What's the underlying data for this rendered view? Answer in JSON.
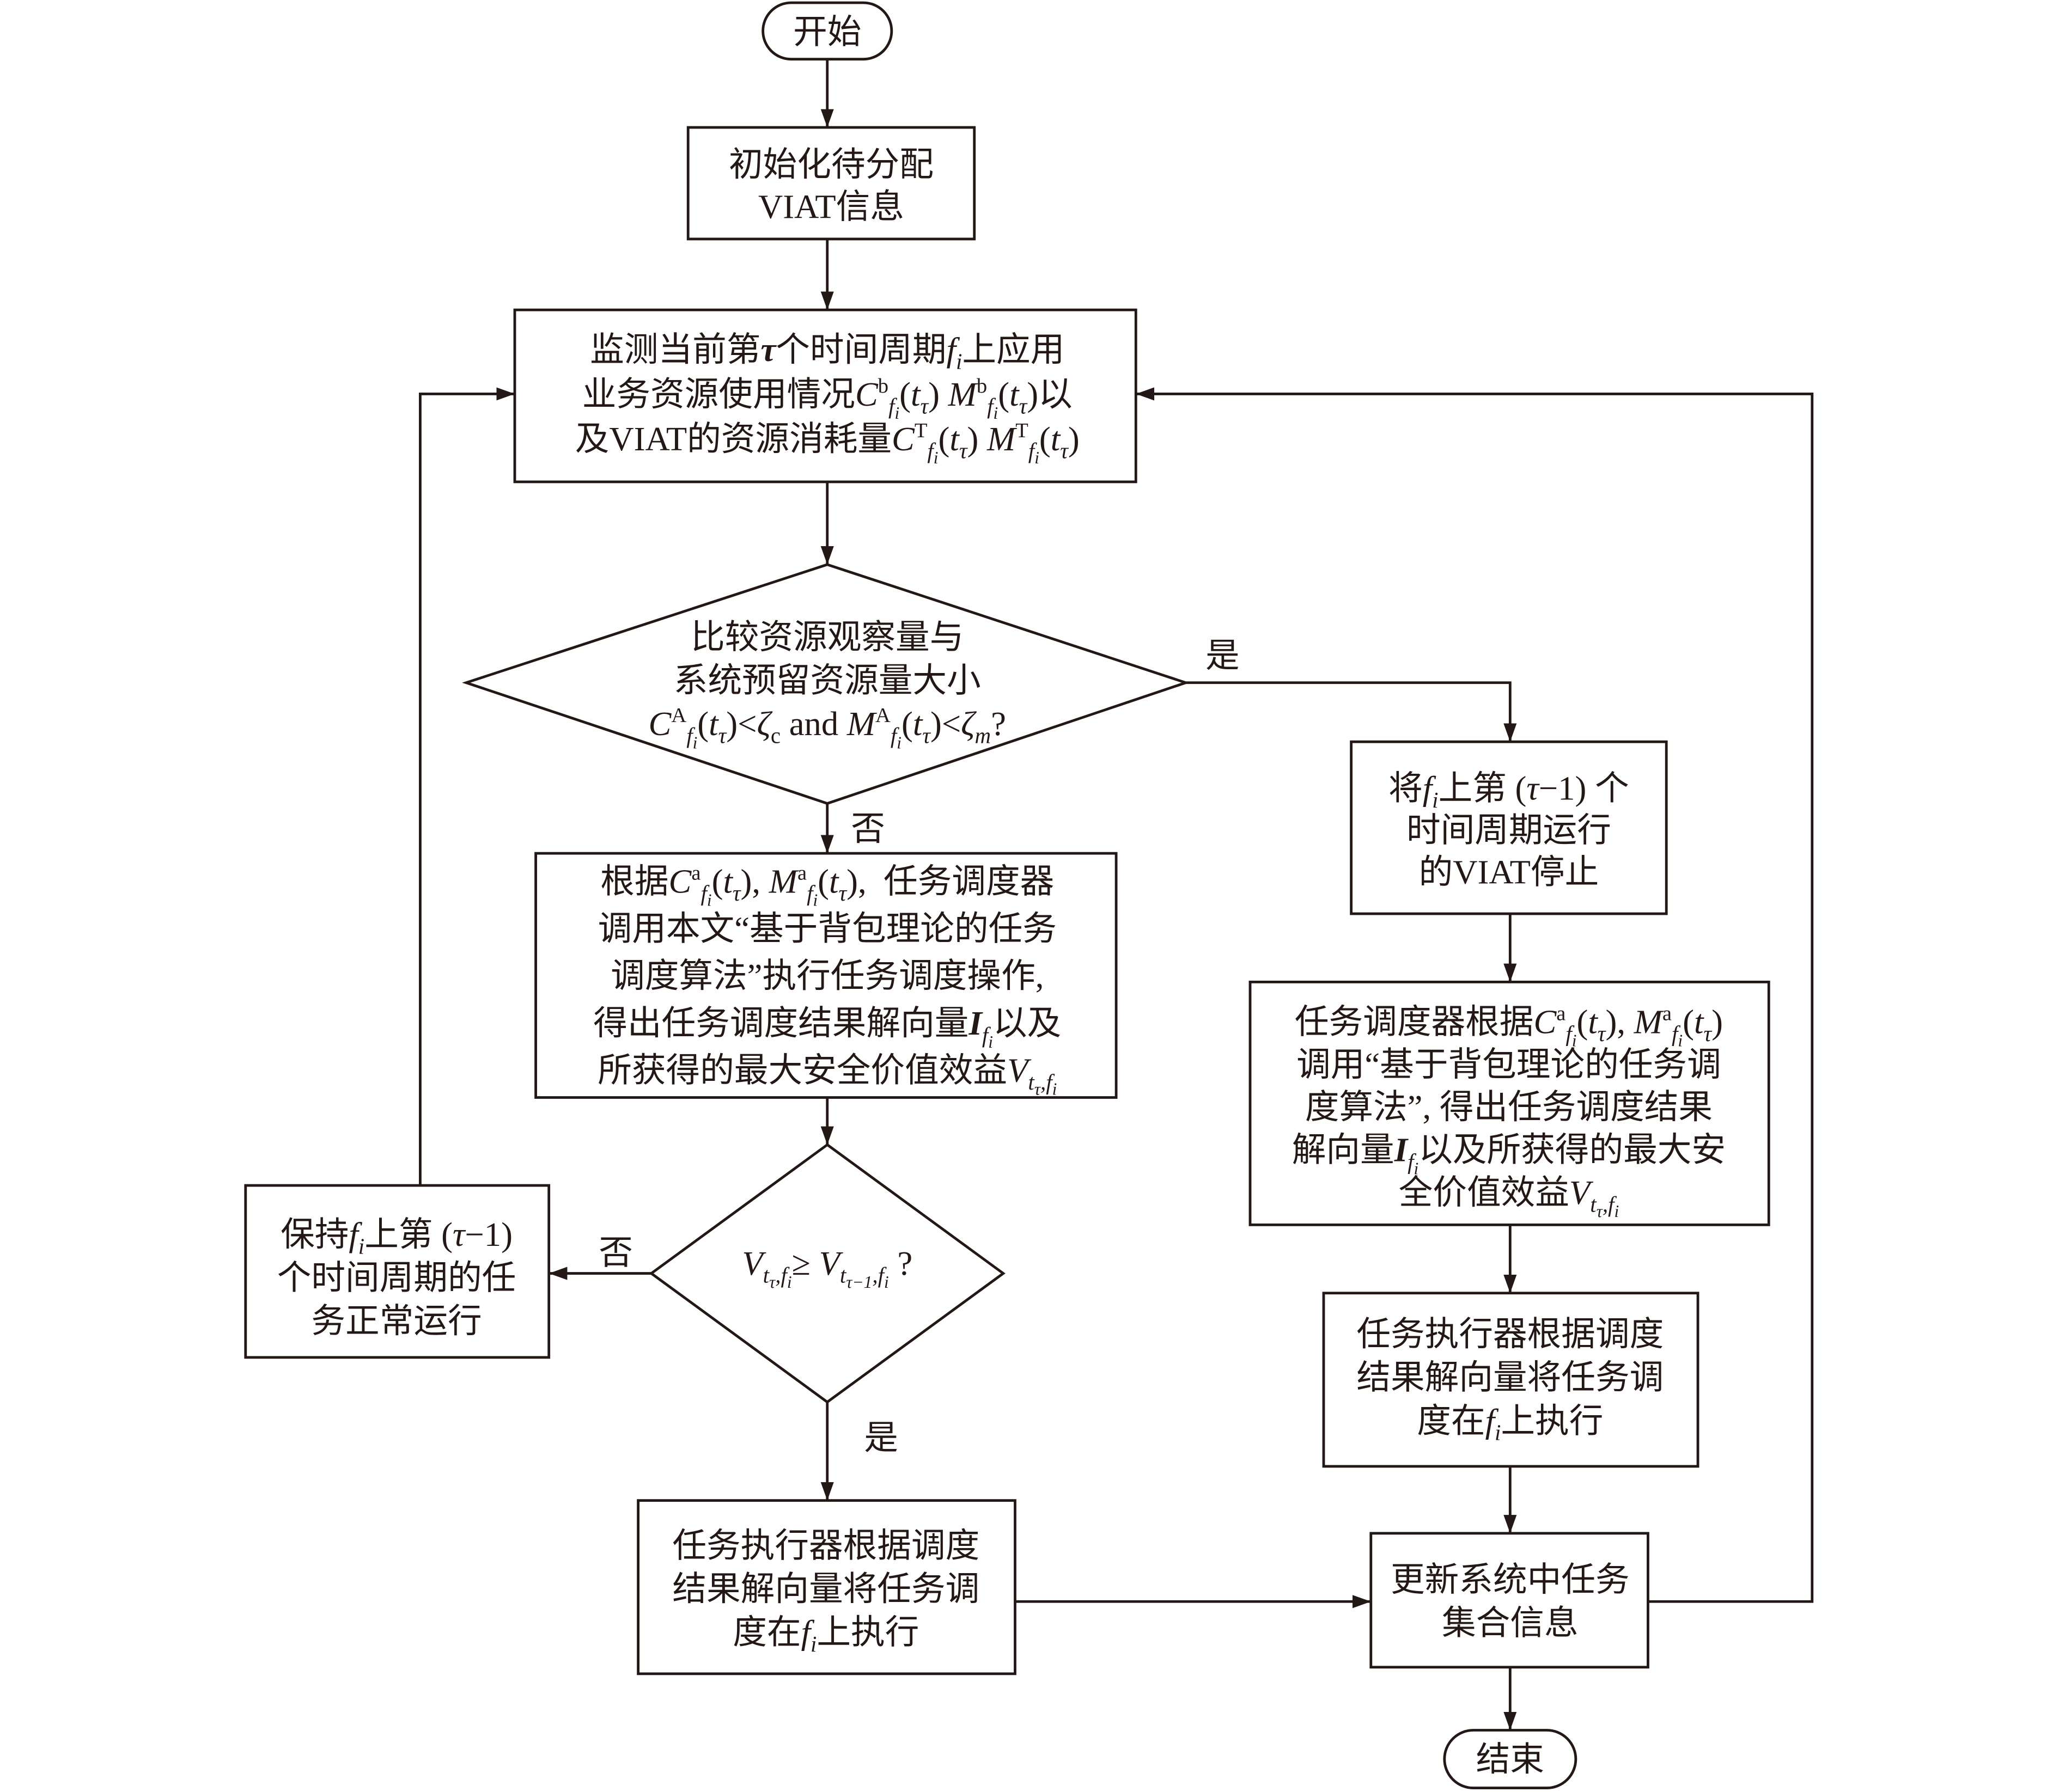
{
  "colors": {
    "line": "#231815",
    "background": "#ffffff"
  },
  "labels": {
    "yes_1": "是",
    "no_1": "否",
    "no_2": "否",
    "yes_2": "是"
  },
  "nodes": {
    "start": {
      "lines": [
        [
          [
            "开始",
            "n"
          ]
        ]
      ]
    },
    "init": {
      "lines": [
        [
          [
            "初始化待分配",
            "n"
          ]
        ],
        [
          [
            "VIAT信息",
            "n"
          ]
        ]
      ]
    },
    "monitor": {
      "lines": [
        [
          [
            "监测当前第",
            "n"
          ],
          [
            "τ",
            "b"
          ],
          [
            "个时间周期",
            "n"
          ],
          [
            "f",
            "i"
          ],
          [
            "i",
            "sub"
          ],
          [
            "上应用",
            "n"
          ]
        ],
        [
          [
            "业务资源使用情况",
            "n"
          ],
          [
            "C",
            "i"
          ],
          [
            "b",
            "sup"
          ],
          [
            "f",
            "sub"
          ],
          [
            "i",
            "sub2"
          ],
          [
            "(",
            "n"
          ],
          [
            "t",
            "i"
          ],
          [
            "τ",
            "sub"
          ],
          [
            ")",
            "n"
          ],
          [
            " ",
            "n"
          ],
          [
            "M",
            "i"
          ],
          [
            "b",
            "sup"
          ],
          [
            "f",
            "sub"
          ],
          [
            "i",
            "sub2"
          ],
          [
            "(",
            "n"
          ],
          [
            "t",
            "i"
          ],
          [
            "τ",
            "sub"
          ],
          [
            ")",
            "n"
          ],
          [
            "以",
            "n"
          ]
        ],
        [
          [
            "及VIAT的资源消耗量",
            "n"
          ],
          [
            "C",
            "i"
          ],
          [
            "T",
            "sup"
          ],
          [
            "f",
            "sub"
          ],
          [
            "i",
            "sub2"
          ],
          [
            "(",
            "n"
          ],
          [
            "t",
            "i"
          ],
          [
            "τ",
            "sub"
          ],
          [
            ")",
            "n"
          ],
          [
            " ",
            "n"
          ],
          [
            "M",
            "i"
          ],
          [
            "T",
            "sup"
          ],
          [
            "f",
            "sub"
          ],
          [
            "i",
            "sub2"
          ],
          [
            "(",
            "n"
          ],
          [
            "t",
            "i"
          ],
          [
            "τ",
            "sub"
          ],
          [
            ")",
            "n"
          ]
        ]
      ]
    },
    "compare": {
      "lines": [
        [
          [
            "比较资源观察量与",
            "n"
          ]
        ],
        [
          [
            "系统预留资源量大小",
            "n"
          ]
        ],
        [
          [
            "C",
            "i"
          ],
          [
            "A",
            "sup"
          ],
          [
            "f",
            "sub"
          ],
          [
            "i",
            "sub2"
          ],
          [
            "(",
            "n"
          ],
          [
            "t",
            "i"
          ],
          [
            "τ",
            "sub"
          ],
          [
            ")<",
            "n"
          ],
          [
            "ζ",
            "i"
          ],
          [
            "c",
            "subr"
          ],
          [
            " and ",
            "n"
          ],
          [
            "M",
            "i"
          ],
          [
            "A",
            "sup"
          ],
          [
            "f",
            "sub"
          ],
          [
            "i",
            "sub2"
          ],
          [
            "(",
            "n"
          ],
          [
            "t",
            "i"
          ],
          [
            "τ",
            "sub"
          ],
          [
            ")<",
            "n"
          ],
          [
            "ζ",
            "i"
          ],
          [
            "m",
            "sub"
          ],
          [
            "?",
            "n"
          ]
        ]
      ]
    },
    "stop_viat": {
      "lines": [
        [
          [
            "将",
            "n"
          ],
          [
            "f",
            "i"
          ],
          [
            "i",
            "sub"
          ],
          [
            "上第 (",
            "n"
          ],
          [
            "τ",
            "i"
          ],
          [
            "−1) 个",
            "n"
          ]
        ],
        [
          [
            "时间周期运行",
            "n"
          ]
        ],
        [
          [
            "的VIAT停止",
            "n"
          ]
        ]
      ]
    },
    "schedule_right": {
      "lines": [
        [
          [
            "任务调度器根据",
            "n"
          ],
          [
            "C",
            "i"
          ],
          [
            "a",
            "sup"
          ],
          [
            "f",
            "sub"
          ],
          [
            "i",
            "sub2"
          ],
          [
            "(",
            "n"
          ],
          [
            "t",
            "i"
          ],
          [
            "τ",
            "sub"
          ],
          [
            "), ",
            "n"
          ],
          [
            "M",
            "i"
          ],
          [
            "a",
            "sup"
          ],
          [
            "f",
            "sub"
          ],
          [
            "i",
            "sub2"
          ],
          [
            "(",
            "n"
          ],
          [
            "t",
            "i"
          ],
          [
            "τ",
            "sub"
          ],
          [
            ")",
            "n"
          ]
        ],
        [
          [
            "调用“基于背包理论的任务调",
            "n"
          ]
        ],
        [
          [
            "度算法”, 得出任务调度结果",
            "n"
          ]
        ],
        [
          [
            "解向量",
            "n"
          ],
          [
            "I",
            "b"
          ],
          [
            "f",
            "sub"
          ],
          [
            "i",
            "sub2"
          ],
          [
            "以及所获得的最大安",
            "n"
          ]
        ],
        [
          [
            "全价值效益",
            "n"
          ],
          [
            "V",
            "i"
          ],
          [
            "t",
            "sub"
          ],
          [
            "τ",
            "sub2"
          ],
          [
            ",f",
            "sub"
          ],
          [
            "i",
            "sub2"
          ]
        ]
      ]
    },
    "execute_right": {
      "lines": [
        [
          [
            "任务执行器根据调度",
            "n"
          ]
        ],
        [
          [
            "结果解向量将任务调",
            "n"
          ]
        ],
        [
          [
            "度在",
            "n"
          ],
          [
            "f",
            "i"
          ],
          [
            "i",
            "sub"
          ],
          [
            "上执行",
            "n"
          ]
        ]
      ]
    },
    "update": {
      "lines": [
        [
          [
            "更新系统中任务",
            "n"
          ]
        ],
        [
          [
            "集合信息",
            "n"
          ]
        ]
      ]
    },
    "end": {
      "lines": [
        [
          [
            "结束",
            "n"
          ]
        ]
      ]
    },
    "schedule_left": {
      "lines": [
        [
          [
            "根据",
            "n"
          ],
          [
            "C",
            "i"
          ],
          [
            "a",
            "sup"
          ],
          [
            "f",
            "sub"
          ],
          [
            "i",
            "sub2"
          ],
          [
            "(",
            "n"
          ],
          [
            "t",
            "i"
          ],
          [
            "τ",
            "sub"
          ],
          [
            "), ",
            "n"
          ],
          [
            "M",
            "i"
          ],
          [
            "a",
            "sup"
          ],
          [
            "f",
            "sub"
          ],
          [
            "i",
            "sub2"
          ],
          [
            "(",
            "n"
          ],
          [
            "t",
            "i"
          ],
          [
            "τ",
            "sub"
          ],
          [
            "),  任务调度器",
            "n"
          ]
        ],
        [
          [
            "调用本文“基于背包理论的任务",
            "n"
          ]
        ],
        [
          [
            "调度算法”执行任务调度操作,",
            "n"
          ]
        ],
        [
          [
            "得出任务调度结果解向量",
            "n"
          ],
          [
            "I",
            "b"
          ],
          [
            "f",
            "sub"
          ],
          [
            "i",
            "sub2"
          ],
          [
            "以及",
            "n"
          ]
        ],
        [
          [
            "所获得的最大安全价值效益",
            "n"
          ],
          [
            "V",
            "i"
          ],
          [
            "t",
            "sub"
          ],
          [
            "τ",
            "sub2"
          ],
          [
            ",f",
            "sub"
          ],
          [
            "i",
            "sub2"
          ]
        ]
      ]
    },
    "compare_value": {
      "lines": [
        [
          [
            "V",
            "i"
          ],
          [
            "t",
            "sub"
          ],
          [
            "τ",
            "sub2"
          ],
          [
            ",f",
            "sub"
          ],
          [
            "i",
            "sub2"
          ],
          [
            "≥ ",
            "n"
          ],
          [
            "V",
            "i"
          ],
          [
            "t",
            "sub"
          ],
          [
            "τ−1",
            "sub2"
          ],
          [
            ",f",
            "sub"
          ],
          [
            "i",
            "sub2"
          ],
          [
            " ?",
            "n"
          ]
        ]
      ]
    },
    "keep_running": {
      "lines": [
        [
          [
            "保持",
            "n"
          ],
          [
            "f",
            "i"
          ],
          [
            "i",
            "sub"
          ],
          [
            "上第 (",
            "n"
          ],
          [
            "τ",
            "i"
          ],
          [
            "−1)",
            "n"
          ]
        ],
        [
          [
            "个时间周期的任",
            "n"
          ]
        ],
        [
          [
            "务正常运行",
            "n"
          ]
        ]
      ]
    },
    "execute_left": {
      "lines": [
        [
          [
            "任务执行器根据调度",
            "n"
          ]
        ],
        [
          [
            "结果解向量将任务调",
            "n"
          ]
        ],
        [
          [
            "度在",
            "n"
          ],
          [
            "f",
            "i"
          ],
          [
            "i",
            "sub"
          ],
          [
            "上执行",
            "n"
          ]
        ]
      ]
    }
  }
}
